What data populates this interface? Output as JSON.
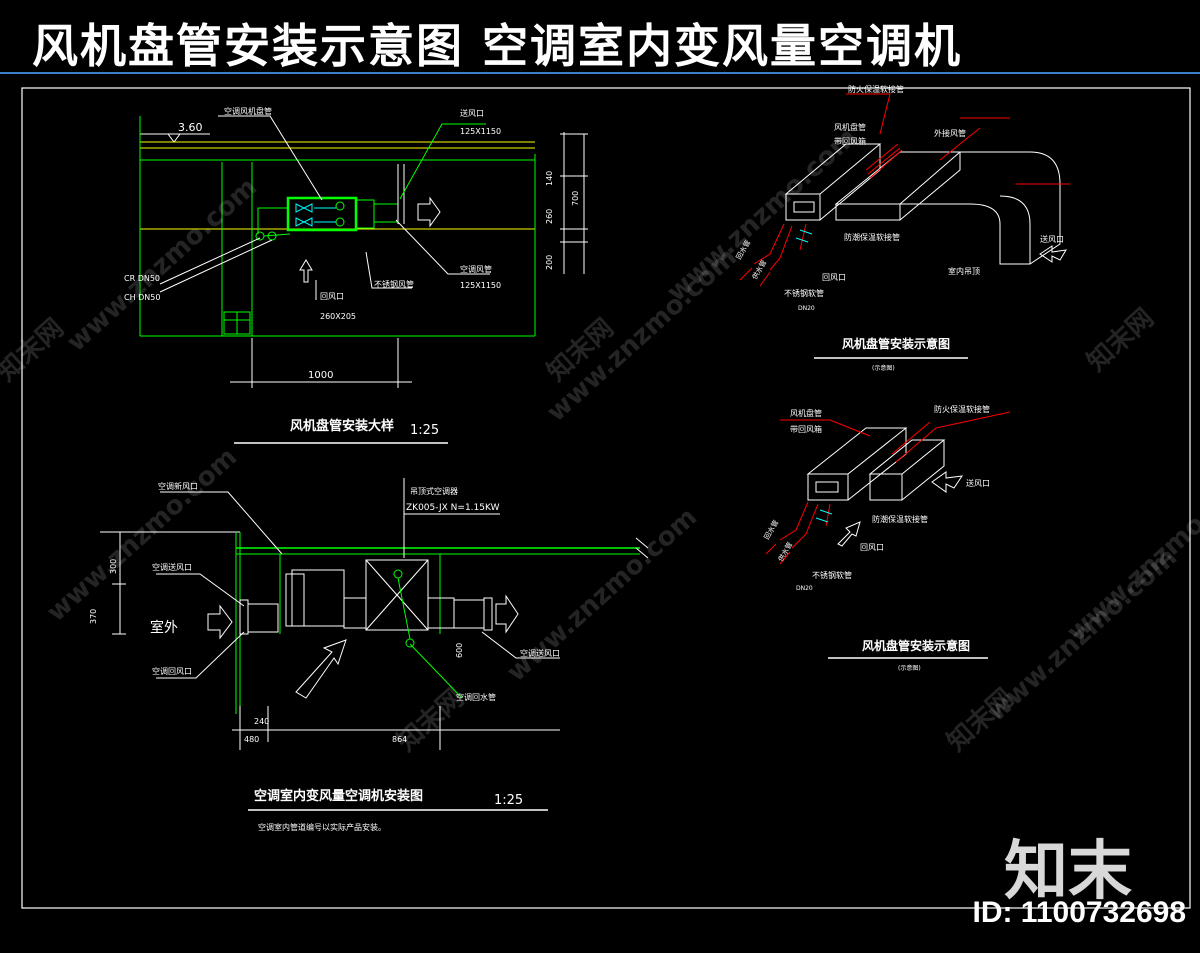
{
  "header": {
    "title": "风机盘管安装示意图  空调室内变风量空调机"
  },
  "drawing1": {
    "title": "风机盘管安装大样",
    "scale": "1:25",
    "elev": "3.60",
    "dim_bottom": "1000",
    "dims_right": [
      "140",
      "260",
      "200"
    ],
    "dim_total": "700",
    "labels": {
      "coil": "空调风机盘管",
      "supply": "送风口",
      "supply_size": "125X1150",
      "duct": "空调风管",
      "duct_size": "125X1150",
      "return": "回风口",
      "return_size": "260X205",
      "cr": "CR DN50",
      "ch": "CH DN50",
      "drain": "不锈钢风管"
    }
  },
  "drawing2": {
    "title": "空调室内变风量空调机安装图",
    "scale": "1:25",
    "note": "空调室内管道编号以实际产品安装。",
    "model": "ZK005-JX  N=1.15KW",
    "model_label": "吊顶式空调器",
    "outdoor": "室外",
    "dims": {
      "v1": "300",
      "v2": "370",
      "d1": "480",
      "d2": "240",
      "d3": "864",
      "d4": "600"
    },
    "labels": {
      "fresh": "空调新风口",
      "outlet": "空调送风口",
      "return_l": "空调回风口",
      "supply_r": "空调送风口",
      "pipe": "空调回水管"
    }
  },
  "iso1": {
    "title": "风机盘管安装示意图",
    "sub": "(示意图)",
    "labels": {
      "fire": "防火保温软接管",
      "coil": "风机盘管",
      "return_duct": "带回风箱",
      "out_duct": "外接风管",
      "insul": "防潮保温软接管",
      "supply": "送风口",
      "return": "回风口",
      "room": "室内吊顶",
      "cw": "回水管",
      "cs": "供水管",
      "drain": "不锈钢软管",
      "dn": "DN20"
    }
  },
  "iso2": {
    "title": "风机盘管安装示意图",
    "sub": "(示意图)",
    "labels": {
      "coil": "风机盘管",
      "return_duct": "带回风箱",
      "fire": "防火保温软接管",
      "supply": "送风口",
      "insul": "防潮保温软接管",
      "return": "回风口",
      "cw": "回水管",
      "cs": "供水管",
      "drain": "不锈钢软管",
      "dn": "DN20"
    }
  },
  "watermark": {
    "text": "www.znzmo.com",
    "cn": "知末网"
  },
  "brand": "知末",
  "id_tag": "ID: 1100732698",
  "colors": {
    "bg": "#000000",
    "green": "#00ff00",
    "yellow": "#ffff00",
    "cyan": "#00ffff",
    "red": "#ff0000",
    "white": "#ffffff",
    "rule": "#3a7fc8"
  }
}
